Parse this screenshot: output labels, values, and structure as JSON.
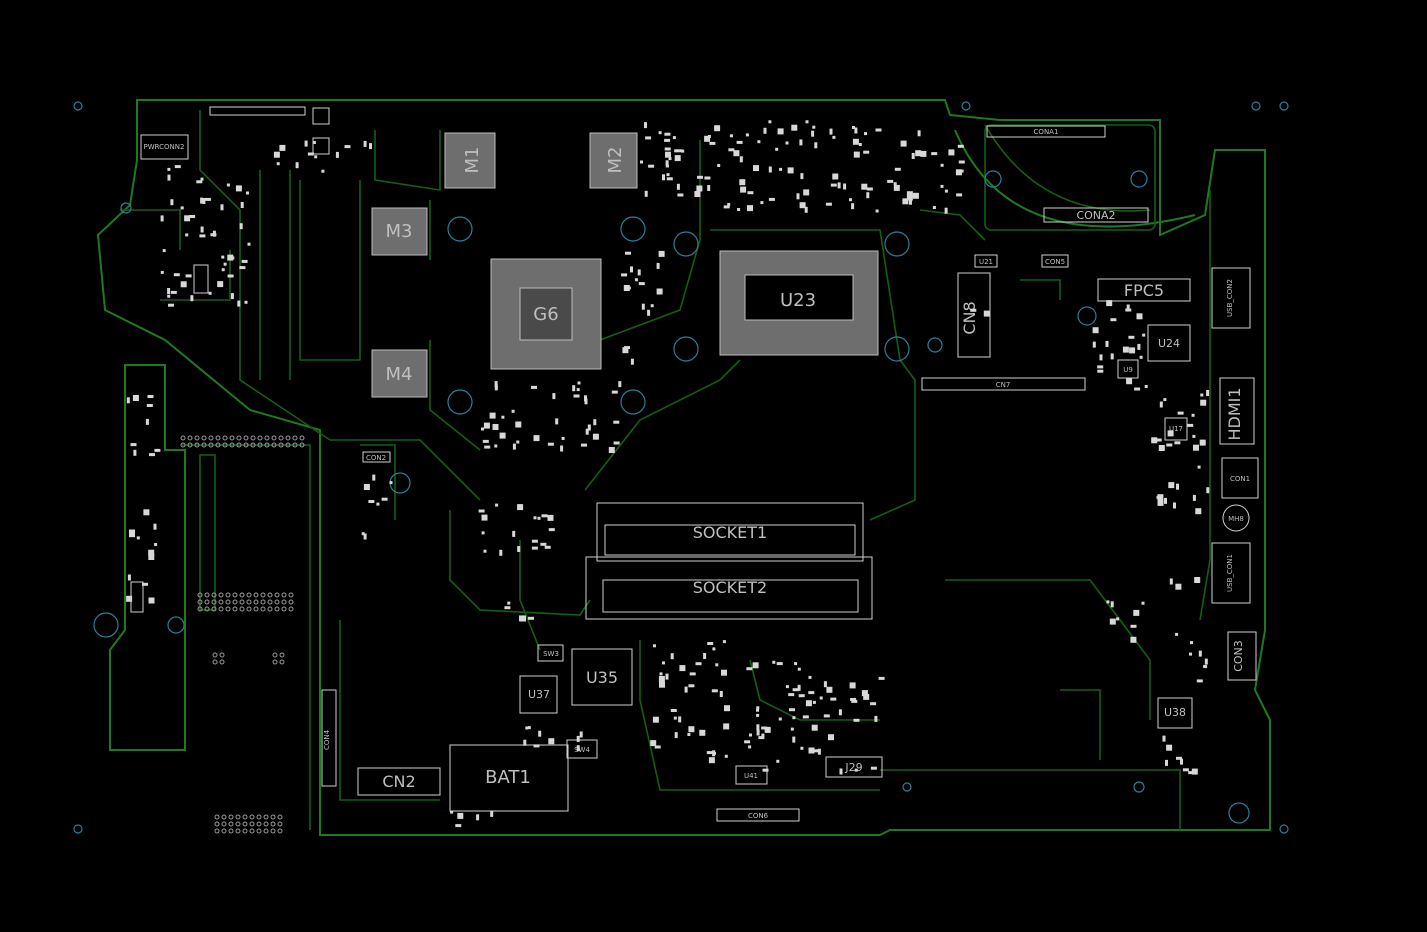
{
  "labels": {
    "m1": "M1",
    "m2": "M2",
    "m3": "M3",
    "m4": "M4",
    "g6": "G6",
    "u23": "U23",
    "cn8": "CN8",
    "cn7": "CN7",
    "cona1": "CONA1",
    "cona2": "CONA2",
    "fpc5": "FPC5",
    "u24": "U24",
    "hdmi1": "HDMI1",
    "usb_con2": "USB_CON2",
    "usb_con1": "USB_CON1",
    "mh8": "MH8",
    "con3": "CON3",
    "socket1": "SOCKET1",
    "socket2": "SOCKET2",
    "u35": "U35",
    "u37": "U37",
    "sw3": "SW3",
    "sw4": "SW4",
    "bat1": "BAT1",
    "cn2": "CN2",
    "con4": "CON4",
    "u41": "U41",
    "j29": "J29",
    "con6": "CON6",
    "u38": "U38",
    "pwrconn2": "PWRCONN2",
    "u17": "U17",
    "u21": "U21",
    "con5": "CON5",
    "u9": "U9",
    "con2": "CON2",
    "con1": "CON1"
  }
}
